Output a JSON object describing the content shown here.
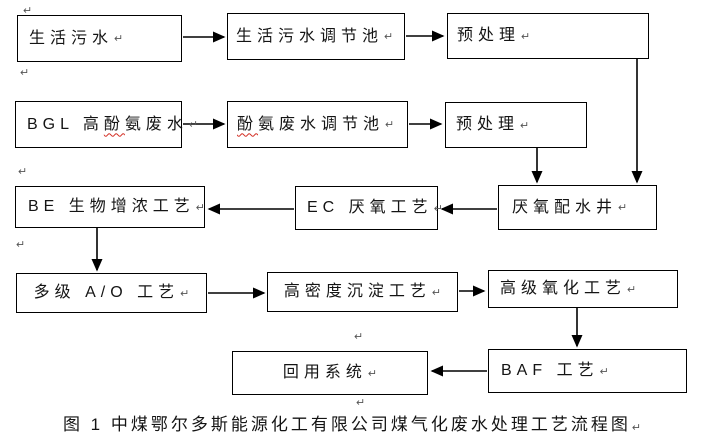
{
  "figure": {
    "caption": "图 1 中煤鄂尔多斯能源化工有限公司煤气化废水处理工艺流程图"
  },
  "marks": {
    "paragraph": "↵"
  },
  "nodes": {
    "domestic_sewage": {
      "label": "生活污水"
    },
    "domestic_sewage_tank": {
      "label": "生活污水调节池"
    },
    "pretreatment_top": {
      "label": "预处理"
    },
    "bgl_wastewater": {
      "label_pre": "BGL 高",
      "label_misspelled": "酚",
      "label_post": "氨废水"
    },
    "phenol_ammonia_tank": {
      "label_misspelled": "酚",
      "label_post": "氨废水调节池"
    },
    "pretreatment_mid": {
      "label": "预处理"
    },
    "be_bio_enrichment": {
      "label": "BE 生物增浓工艺"
    },
    "ec_anaerobic": {
      "label": "EC 厌氧工艺"
    },
    "anaerobic_distribution_well": {
      "label": "厌氧配水井"
    },
    "multistage_ao": {
      "label": "多级 A/O 工艺"
    },
    "high_density_sedimentation": {
      "label": "高密度沉淀工艺"
    },
    "advanced_oxidation": {
      "label": "高级氧化工艺"
    },
    "reuse_system": {
      "label": "回用系统"
    },
    "baf": {
      "label": "BAF 工艺"
    }
  },
  "colors": {
    "box_border": "#000000",
    "arrow": "#000000",
    "squiggle": "#d22a1f",
    "text": "#141414",
    "background": "#ffffff"
  }
}
